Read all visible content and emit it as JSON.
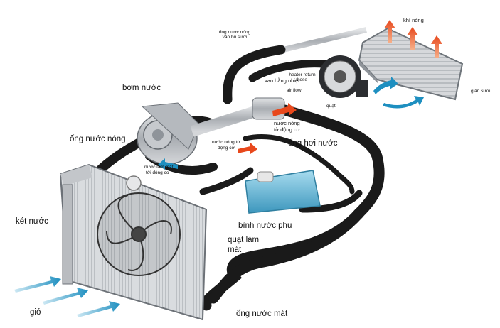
{
  "labels": {
    "hot_gas": "khí nóng",
    "hot_water_to_heater": "ống nước nóng vào bộ sưởi",
    "heater_return_hose": "heater return hose",
    "thermostat": "van hằng nhiệt",
    "air_flow": "air flow",
    "fan_blower": "quạt",
    "heater_core": "giàn sưởi",
    "water_pump": "bơm nước",
    "hot_water_from_engine_1": "nước nóng",
    "hot_water_from_engine_2": "từ động cơ",
    "hot_water_pipe": "ống nước nóng",
    "hot_water_to_engine_1": "nước nóng từ",
    "hot_water_to_engine_2": "động cơ",
    "vapor_pipe": "ống hơi nước",
    "cool_water_to_engine_1": "nước làm mát",
    "cool_water_to_engine_2": "tới động cơ",
    "radiator": "két nước",
    "reservoir": "bình nước phụ",
    "cooling_fan_1": "quạt làm",
    "cooling_fan_2": "mát",
    "wind": "gió",
    "cool_water_pipe": "ống nước mát"
  },
  "colors": {
    "hose": "#1a1a1a",
    "metal": "#b9bcc0",
    "coolant_tank": "#5ab4d6",
    "hot_arrow": "#e8481c",
    "cool_arrow": "#1e8fc0"
  }
}
